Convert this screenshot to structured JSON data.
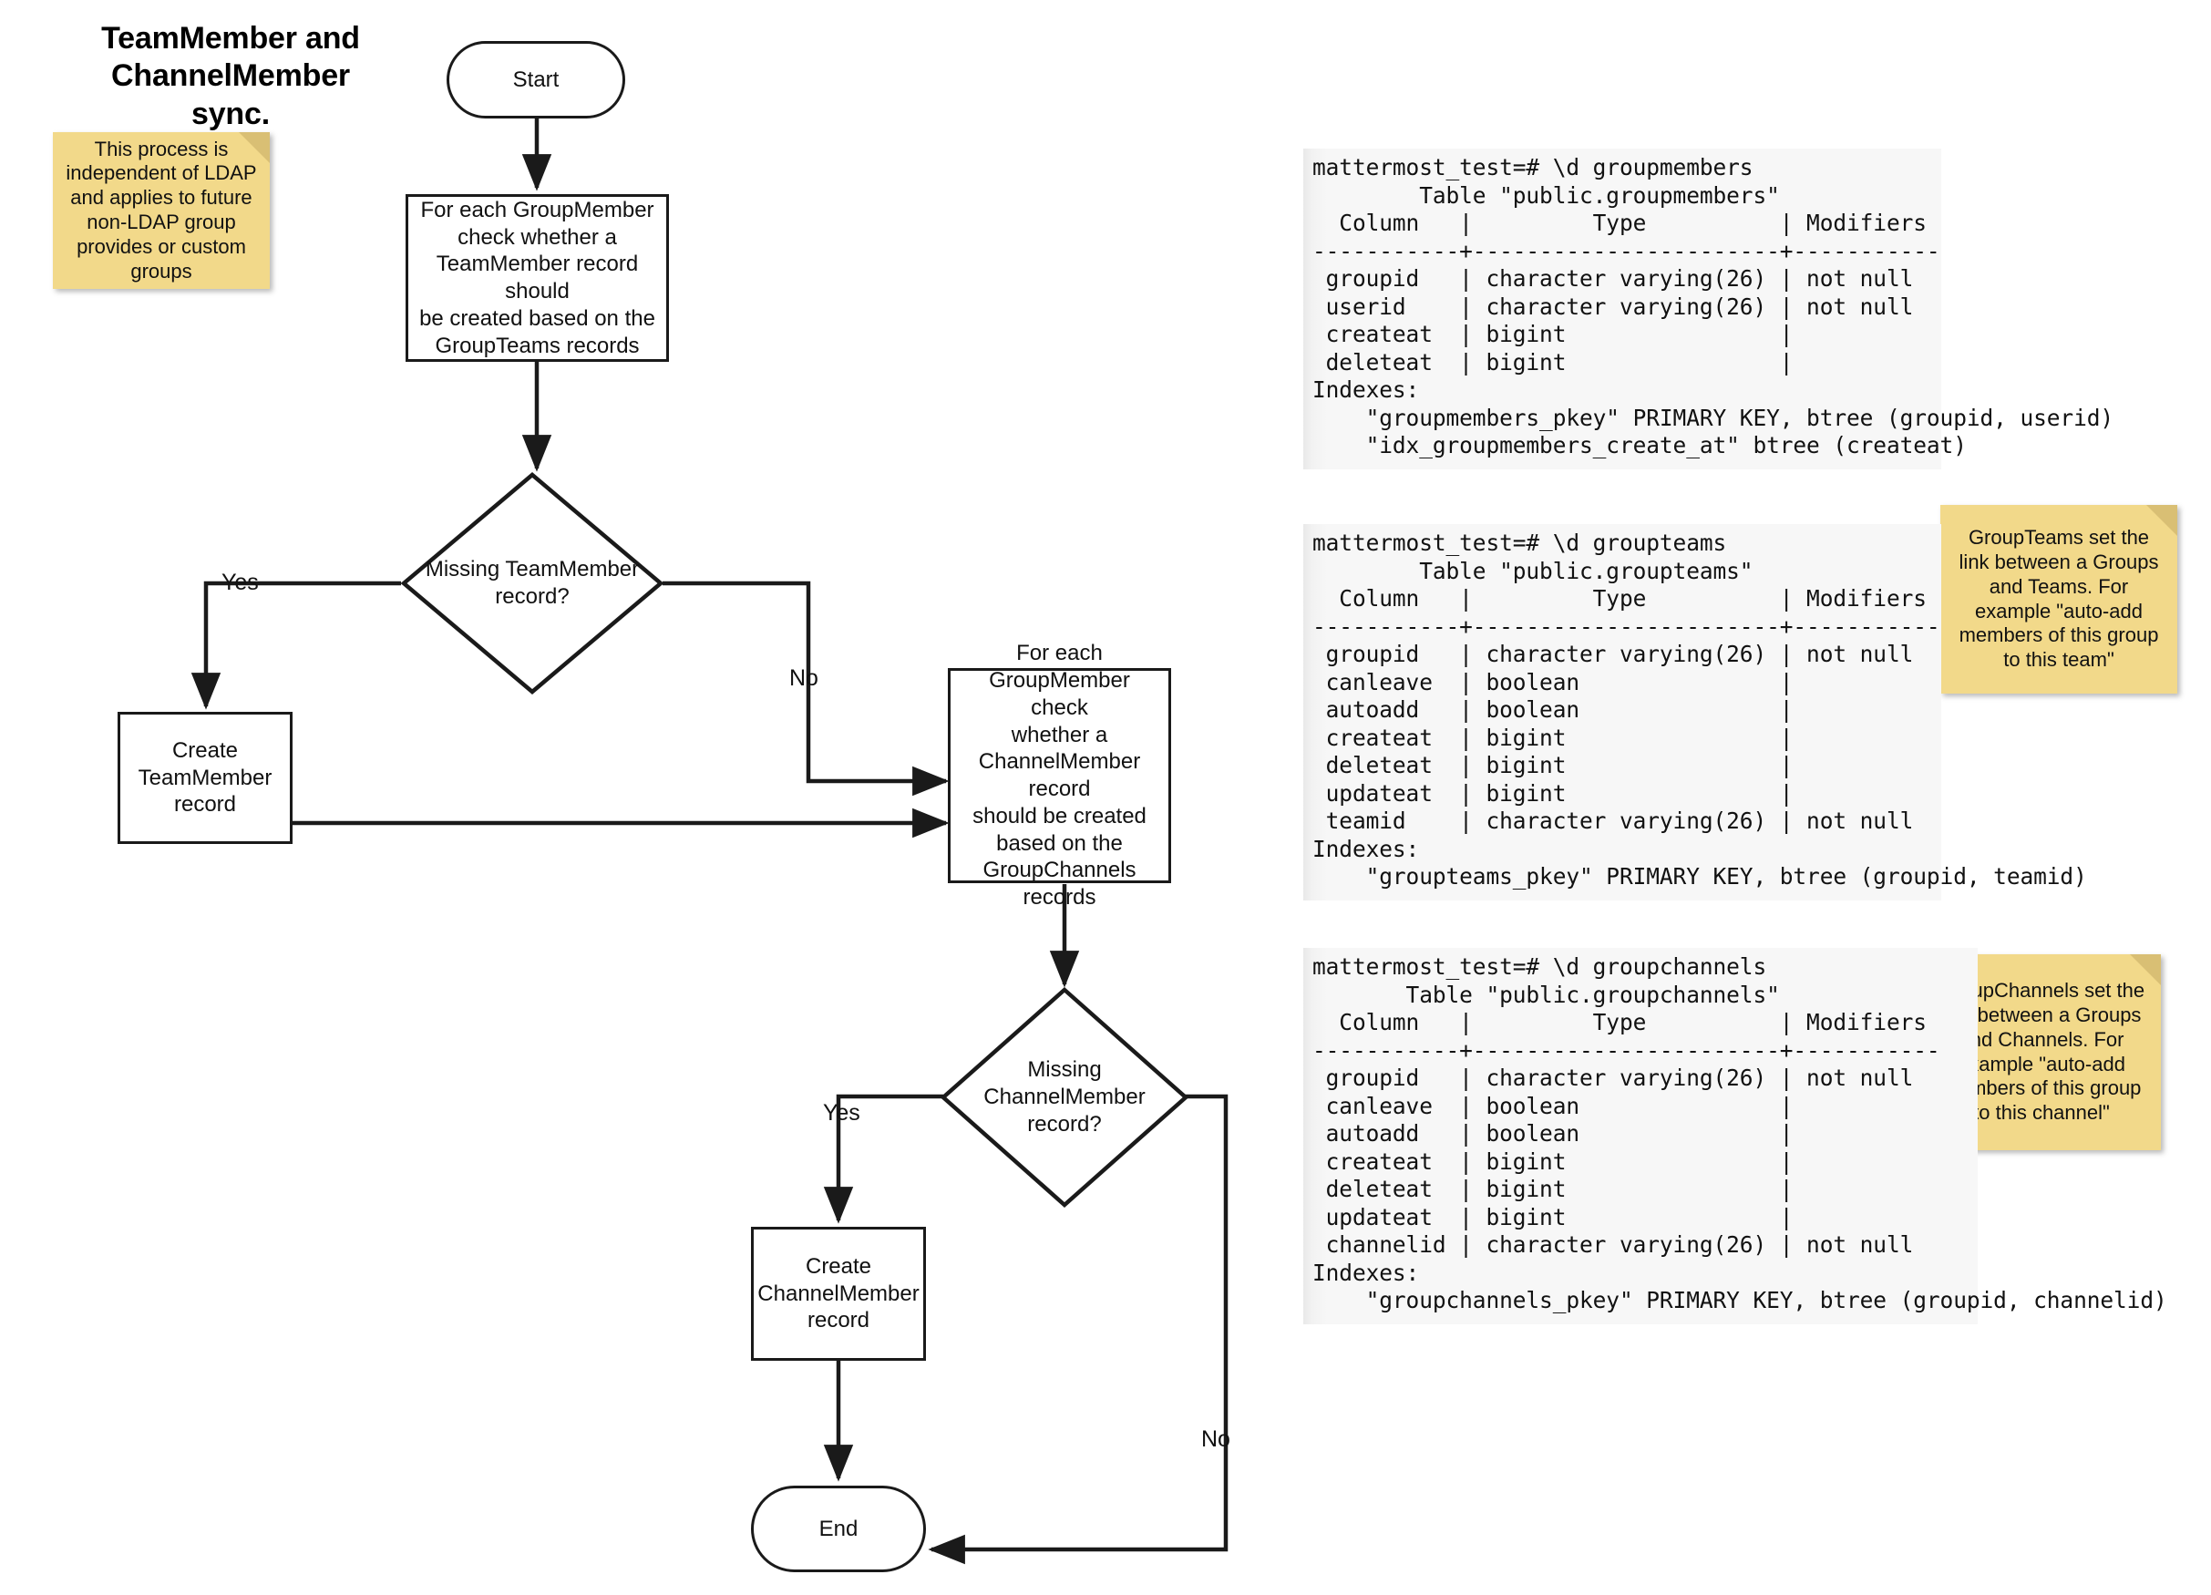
{
  "diagram": {
    "title": "TeamMember and\nChannelMember sync.",
    "notes": [
      {
        "id": "ldap-note",
        "text": "This process is\nindependent of LDAP\nand applies to future\nnon-LDAP group\nprovides or custom\ngroups"
      },
      {
        "id": "groupteams-note",
        "text": "GroupTeams set the\nlink between a Groups\nand Teams. For\nexample \"auto-add\nmembers of this group\nto this team\""
      },
      {
        "id": "groupchannels-note",
        "text": "GroupChannels set the\nlink between a Groups\nand Channels. For\nexample \"auto-add\nmembers of this group\nto this channel\""
      }
    ],
    "nodes": {
      "start": "Start",
      "check_teammember": "For each GroupMember\ncheck whether a\nTeamMember record should\nbe created based on the\nGroupTeams records",
      "decision_teammember": "Missing TeamMember\nrecord?",
      "create_teammember": "Create\nTeamMember\nrecord",
      "check_channelmember": "For each\nGroupMember check\nwhether a\nChannelMember record\nshould be created\nbased on the\nGroupChannels\nrecords",
      "decision_channelmember": "Missing\nChannelMember\nrecord?",
      "create_channelmember": "Create\nChannelMember\nrecord",
      "end": "End"
    },
    "edge_labels": {
      "teammember_yes": "Yes",
      "teammember_no": "No",
      "channelmember_yes": "Yes",
      "channelmember_no": "No"
    },
    "colors": {
      "note_fill": "#f2d98a",
      "note_fold": "#d9bf74",
      "stroke": "#1a1a1a",
      "console_bg": "#f7f7f7"
    }
  },
  "consoles": [
    {
      "id": "groupmembers",
      "text": "mattermost_test=# \\d groupmembers\n        Table \"public.groupmembers\"\n  Column   |         Type          | Modifiers\n-----------+-----------------------+-----------\n groupid   | character varying(26) | not null\n userid    | character varying(26) | not null\n createat  | bigint                |\n deleteat  | bigint                |\nIndexes:\n    \"groupmembers_pkey\" PRIMARY KEY, btree (groupid, userid)\n    \"idx_groupmembers_create_at\" btree (createat)"
    },
    {
      "id": "groupteams",
      "text": "mattermost_test=# \\d groupteams\n        Table \"public.groupteams\"\n  Column   |         Type          | Modifiers\n-----------+-----------------------+-----------\n groupid   | character varying(26) | not null\n canleave  | boolean               |\n autoadd   | boolean               |\n createat  | bigint                |\n deleteat  | bigint                |\n updateat  | bigint                |\n teamid    | character varying(26) | not null\nIndexes:\n    \"groupteams_pkey\" PRIMARY KEY, btree (groupid, teamid)"
    },
    {
      "id": "groupchannels",
      "text": "mattermost_test=# \\d groupchannels\n       Table \"public.groupchannels\"\n  Column   |         Type          | Modifiers\n-----------+-----------------------+-----------\n groupid   | character varying(26) | not null\n canleave  | boolean               |\n autoadd   | boolean               |\n createat  | bigint                |\n deleteat  | bigint                |\n updateat  | bigint                |\n channelid | character varying(26) | not null\nIndexes:\n    \"groupchannels_pkey\" PRIMARY KEY, btree (groupid, channelid)"
    }
  ]
}
